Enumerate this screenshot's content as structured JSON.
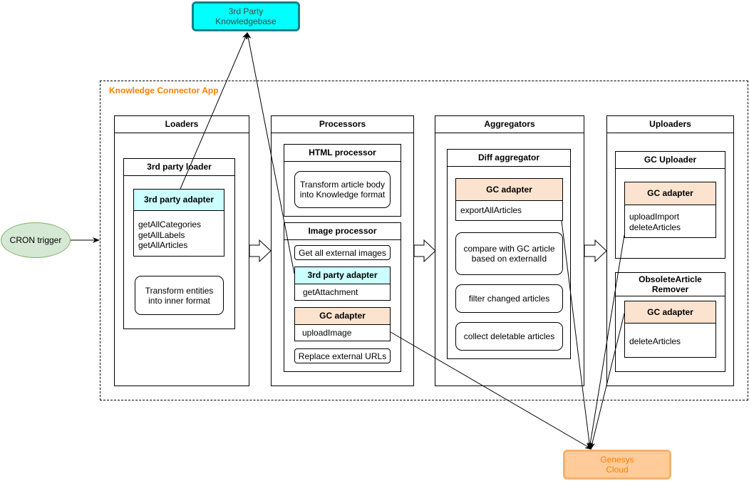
{
  "kb": {
    "line1": "3rd Party",
    "line2": "Knowledgebase"
  },
  "app": {
    "label": "Knowledge Connector App"
  },
  "cron": {
    "label": "CRON trigger"
  },
  "genesys": {
    "line1": "Genesys",
    "line2": "Cloud"
  },
  "loaders": {
    "title": "Loaders",
    "loader_title": "3rd party loader",
    "adapter_title": "3rd party adapter",
    "methods": [
      "getAllCategories",
      "getAllLabels",
      "getAllArticles"
    ],
    "transform": "Transform entities into inner format"
  },
  "processors": {
    "title": "Processors",
    "html_title": "HTML processor",
    "html_transform": "Transform article body into Knowledge format",
    "image_title": "Image processor",
    "get_images": "Get all external images",
    "adapter_title": "3rd party adapter",
    "adapter_method": "getAttachment",
    "gc_title": "GC adapter",
    "gc_method": "uploadImage",
    "replace_urls": "Replace external URLs"
  },
  "aggregators": {
    "title": "Aggregators",
    "diff_title": "Diff aggregator",
    "gc_title": "GC adapter",
    "gc_method": "exportAllArticles",
    "compare": "compare with GC article based on externalId",
    "filter": "filter changed articles",
    "collect": "collect deletable articles"
  },
  "uploaders": {
    "title": "Uploaders",
    "gc_uploader_title": "GC Uploader",
    "gc_title": "GC adapter",
    "gc_methods": [
      "uploadImport",
      "deleteArticles"
    ],
    "remover_title": "ObsoleteArticle Remover",
    "remover_gc_title": "GC adapter",
    "remover_method": "deleteArticles"
  },
  "colors": {
    "kb_fill": "#00ffff",
    "kb_border": "#0e8088",
    "genesys_fill": "#ffcc99",
    "genesys_border": "#f5b26b",
    "cron_fill": "#d5e8d4",
    "cron_border": "#82b366",
    "app_label": "#ff8000",
    "adapter_blue": "#ccffff",
    "adapter_orange": "#fce3cf"
  }
}
